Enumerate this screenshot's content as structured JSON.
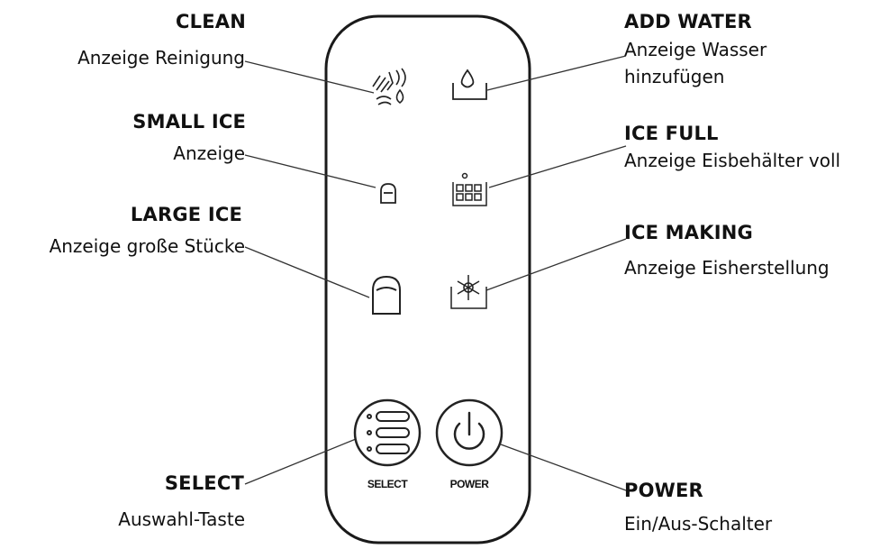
{
  "labels": {
    "clean": {
      "title": "CLEAN",
      "desc": "Anzeige Reinigung"
    },
    "small_ice": {
      "title": "SMALL ICE",
      "desc": "Anzeige"
    },
    "large_ice": {
      "title": "LARGE ICE",
      "desc": "Anzeige große Stücke"
    },
    "select": {
      "title": "SELECT",
      "desc": "Auswahl-Taste"
    },
    "add_water": {
      "title": "ADD WATER",
      "desc_line1": "Anzeige Wasser",
      "desc_line2": "hinzufügen"
    },
    "ice_full": {
      "title": "ICE FULL",
      "desc": "Anzeige Eisbehälter voll"
    },
    "ice_making": {
      "title": "ICE MAKING",
      "desc": "Anzeige Eisherstellung"
    },
    "power": {
      "title": "POWER",
      "desc": "Ein/Aus-Schalter"
    }
  },
  "panel": {
    "select_button_text": "SELECT",
    "power_button_text": "POWER"
  },
  "icons": {
    "clean": "clean-icon",
    "add_water": "water-drop-icon",
    "small_ice": "small-ice-icon",
    "ice_full": "ice-full-icon",
    "large_ice": "large-ice-icon",
    "ice_making": "snowflake-icon",
    "select": "select-lines-icon",
    "power": "power-icon"
  }
}
